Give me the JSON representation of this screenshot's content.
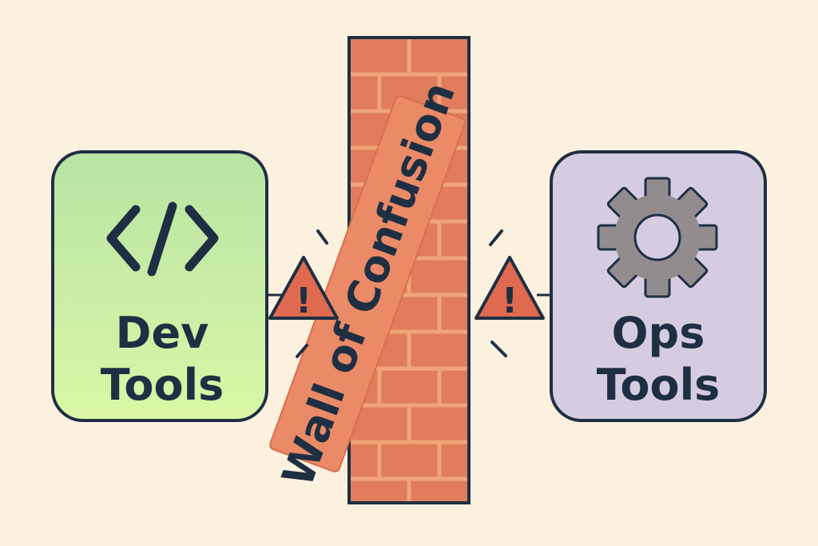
{
  "dev_box": {
    "line1": "Dev",
    "line2": "Tools",
    "icon": "code-icon"
  },
  "ops_box": {
    "line1": "Ops",
    "line2": "Tools",
    "icon": "gear-icon"
  },
  "wall": {
    "banner_text": "Wall of Confusion"
  },
  "warnings": {
    "left_icon": "warning-icon",
    "right_icon": "warning-icon",
    "symbol": "!"
  },
  "colors": {
    "background": "#fbf1de",
    "outline": "#1f2f43",
    "dev_top": "#b7e4a4",
    "dev_bottom": "#d9f7a6",
    "ops_fill": "#d6cce2",
    "brick": "#e17d5c",
    "mortar": "#f0a47a",
    "banner": "#ea8a66",
    "warning": "#e06a4f",
    "gear": "#928c8e"
  }
}
